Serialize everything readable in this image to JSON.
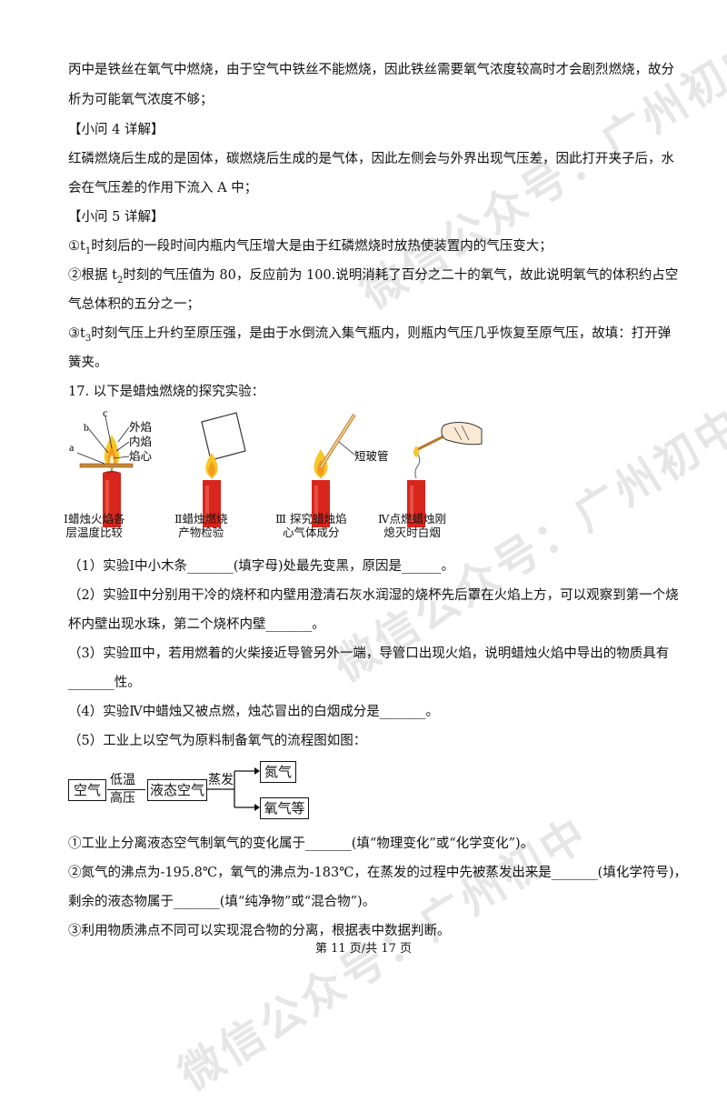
{
  "watermark": {
    "text_top": "微信公众号：广州初中",
    "text_mid": "微信公众号：广州初中",
    "text_bottom": "微信公众号：广州初中"
  },
  "paragraphs": {
    "p1_l1": "丙中是铁丝在氧气中燃烧，由于空气中铁丝不能燃烧，因此铁丝需要氧气浓度较高时才会剧烈燃烧，故分",
    "p1_l2": "析为可能氧气浓度不够；",
    "h4": "【小问 4 详解】",
    "p2_l1": "红磷燃烧后生成的是固体，碳燃烧后生成的是气体，因此左侧会与外界出现气压差，因此打开夹子后，水",
    "p2_l2": "会在气压差的作用下流入 A 中；",
    "h5": "【小问 5 详解】",
    "p3_a": "①t",
    "p3_sub": "1",
    "p3_b": "时刻后的一段时间内瓶内气压增大是由于红磷燃烧时放热使装置内的气压变大；",
    "p4_a": "②根据 t",
    "p4_sub": "2",
    "p4_b": "时刻的气压值为 80，反应前为 100.说明消耗了百分之二十的氧气，故此说明氧气的体积约占空",
    "p4_l2": "气总体积的五分之一；",
    "p5_a": "③t",
    "p5_sub": "3",
    "p5_b": "时刻气压上升约至原压强，是由于水倒流入集气瓶内，则瓶内气压几乎恢复至原气压，故填：打开弹",
    "p5_l2": "簧夹。",
    "q17": "17. 以下是蜡烛燃烧的探究实验："
  },
  "figure": {
    "label_c": "c",
    "label_b": "b",
    "label_a": "a",
    "label_outer": "外焰",
    "label_inner": "内焰",
    "label_core": "焰心",
    "label_tube": "短玻管",
    "cap1_l1": "Ⅰ蜡烛火焰各",
    "cap1_l2": "层温度比较",
    "cap2_l1": "Ⅱ蜡烛燃烧",
    "cap2_l2": "产物检验",
    "cap3_l1": "Ⅲ 探究蜡烛焰",
    "cap3_l2": "心气体成分",
    "cap4_l1": "Ⅳ点燃蜡烛刚",
    "cap4_l2": "熄灭时白烟"
  },
  "questions": {
    "q1": "（1）实验Ⅰ中小木条_______(填字母)处最先变黑，原因是______。",
    "q2_l1": "（2）实验Ⅱ中分别用干冷的烧杯和内壁用澄清石灰水润湿的烧杯先后罩在火焰上方，可以观察到第一个烧",
    "q2_l2": "杯内壁出现水珠，第二个烧杯内壁_______。",
    "q3_l1": "（3）实验Ⅲ中，若用燃着的火柴接近导管另外一端，导管口出现火焰，说明蜡烛火焰中导出的物质具有",
    "q3_l2": "_______性。",
    "q4": "（4）实验Ⅳ中蜡烛又被点燃，烛芯冒出的白烟成分是_______。",
    "q5": "（5）工业上以空气为原料制备氧气的流程图如图："
  },
  "flow": {
    "air": "空气",
    "cond_top": "低温",
    "cond_bottom": "高压",
    "liquid_air": "液态空气",
    "evaporate": "蒸发",
    "nitrogen": "氮气",
    "oxygen": "氧气等"
  },
  "answers": {
    "a1": "①工业上分离液态空气制氧气的变化属于_______(填“物理变化”或“化学变化”)。",
    "a2_l1": "②氮气的沸点为-195.8℃，氧气的沸点为-183℃，在蒸发的过程中先被蒸发出来是_______(填化学符号)，",
    "a2_l2": "剩余的液态物属于_______(填“纯净物”或“混合物”)。",
    "a3": "③利用物质沸点不同可以实现混合物的分离，根据表中数据判断。"
  },
  "footer": "第 11 页/共 17 页"
}
